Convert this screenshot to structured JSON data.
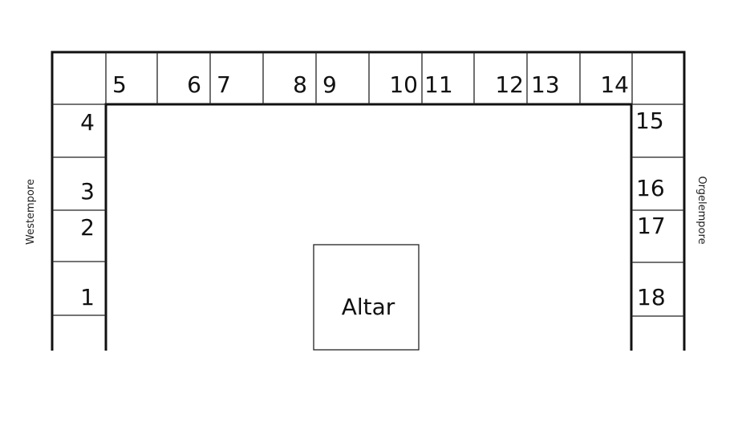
{
  "left_label": "Westempore",
  "right_label": "Orgelempore",
  "altar_label": "Altar",
  "seats": {
    "left": [
      "1",
      "2",
      "3",
      "4"
    ],
    "top": [
      "5",
      "6",
      "7",
      "8",
      "9",
      "10",
      "11",
      "12",
      "13",
      "14"
    ],
    "right": [
      "15",
      "16",
      "17",
      "18"
    ]
  },
  "colors": {
    "line": "#111111",
    "background": "#ffffff"
  }
}
